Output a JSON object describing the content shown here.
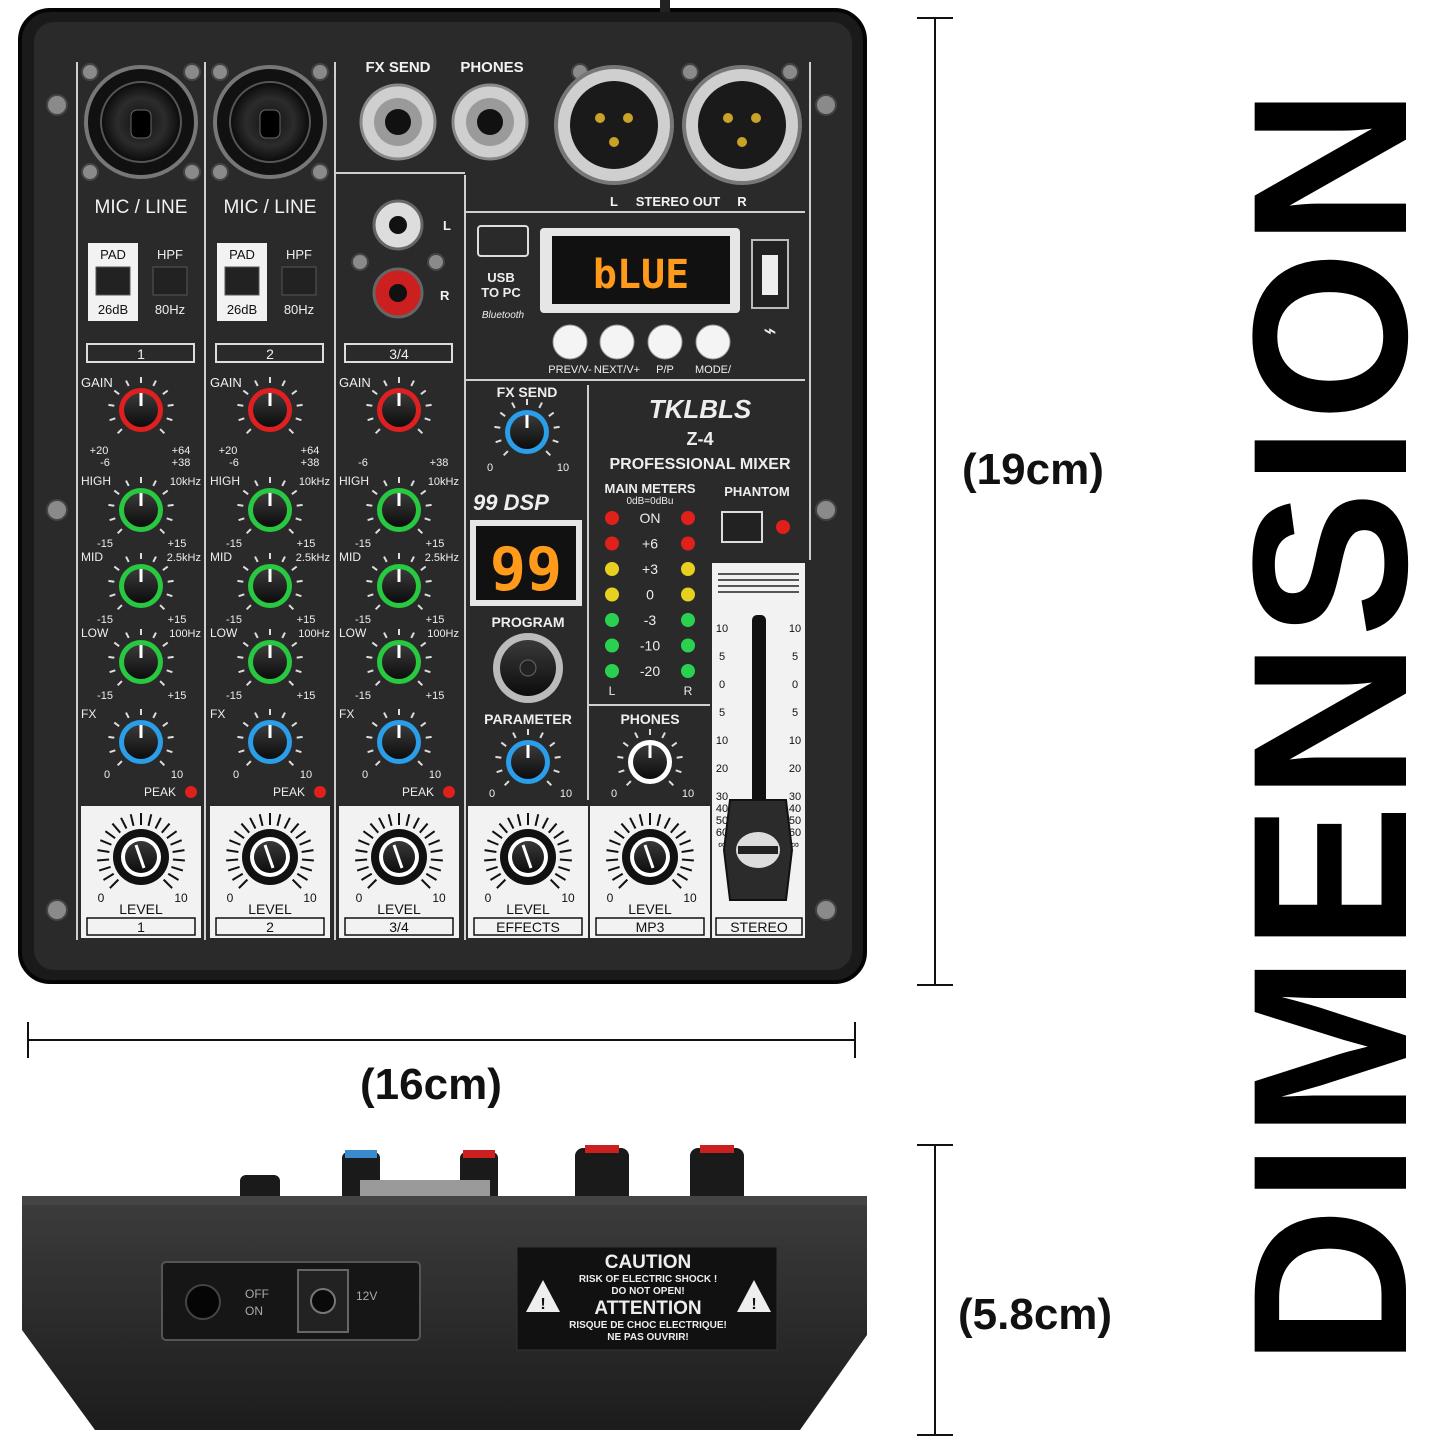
{
  "title": "DIMENSION",
  "dimensions": {
    "height": "(19cm)",
    "width": "(16cm)",
    "depth": "(5.8cm)"
  },
  "mixer": {
    "brand": "TKLBLS",
    "model": "Z-4",
    "subtitle": "PROFESSIONAL MIXER",
    "display_text": "bLUE",
    "dsp_badge": "99 DSP",
    "dsp_display": "99",
    "top_labels": {
      "fx_send": "FX SEND",
      "phones": "PHONES",
      "stereo_out": "STEREO OUT",
      "left": "L",
      "right": "R"
    },
    "usb": {
      "line1": "USB",
      "line2": "TO PC",
      "bluetooth": "Bluetooth"
    },
    "player_buttons": [
      "PREV/V-",
      "NEXT/V+",
      "P/P",
      "MODE/"
    ],
    "channel_input": "MIC / LINE",
    "pad": {
      "label": "PAD",
      "value": "26dB"
    },
    "hpf": {
      "label": "HPF",
      "value": "80Hz"
    },
    "channels": [
      "1",
      "2",
      "3/4"
    ],
    "knob_labels": {
      "gain": "GAIN",
      "high": "HIGH",
      "mid": "MID",
      "low": "LOW",
      "fx": "FX",
      "peak": "PEAK"
    },
    "freqs": {
      "high": "10kHz",
      "mid": "2.5kHz",
      "low": "100Hz"
    },
    "gain_scale": [
      "+20",
      "+64",
      "-6",
      "+38"
    ],
    "eq_scale": [
      "-15",
      "+15"
    ],
    "fx_scale": [
      "0",
      "10"
    ],
    "center": {
      "fx_send": "FX SEND",
      "program": "PROGRAM",
      "parameter": "PARAMETER",
      "phones": "PHONES"
    },
    "meters": {
      "title": "MAIN METERS",
      "sub": "0dB=0dBu",
      "levels": [
        "ON",
        "+6",
        "+3",
        "0",
        "-3",
        "-10",
        "-20"
      ],
      "left": "L",
      "right": "R"
    },
    "phantom": "PHANTOM",
    "fader_scale": [
      "10",
      "5",
      "0",
      "5",
      "10",
      "20",
      "30",
      "40",
      "50",
      "60",
      "∞"
    ],
    "level_label": "LEVEL",
    "bottom_labels": [
      "1",
      "2",
      "3/4",
      "EFFECTS",
      "MP3",
      "STEREO"
    ],
    "rear": {
      "switch_off": "OFF",
      "switch_on": "ON",
      "power": "12V",
      "caution_title": "CAUTION",
      "caution_line1": "RISK OF ELECTRIC SHOCK !",
      "caution_line2": "DO NOT OPEN!",
      "attention_title": "ATTENTION",
      "attention_line1": "RISQUE DE CHOC ELECTRIQUE!",
      "attention_line2": "NE PAS OUVRIR!"
    }
  }
}
